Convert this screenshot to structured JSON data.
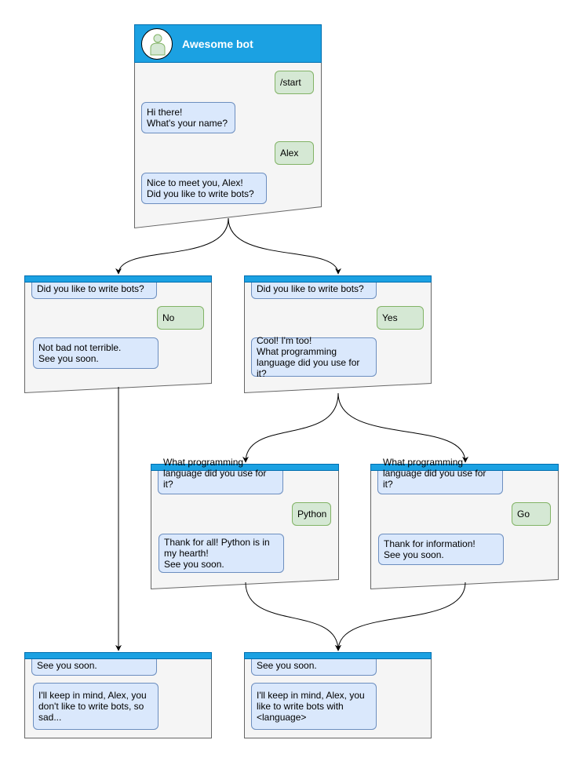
{
  "colors": {
    "header": "#1ba1e2",
    "panel": "#f5f5f5",
    "bot_bubble": "#dae8fc",
    "user_bubble": "#d5e8d4",
    "edge": "#000000"
  },
  "cards": [
    {
      "id": "start",
      "title": "Awesome bot",
      "avatar_icon": "user-avatar-icon",
      "messages": [
        {
          "role": "user",
          "text": "/start"
        },
        {
          "role": "bot",
          "text": "Hi there!\nWhat's your name?"
        },
        {
          "role": "user",
          "text": "Alex"
        },
        {
          "role": "bot",
          "text": "Nice to meet you, Alex!\nDid you like to write bots?"
        }
      ]
    },
    {
      "id": "answer-no",
      "quote": "Did you like to write bots?",
      "messages": [
        {
          "role": "user",
          "text": "No"
        },
        {
          "role": "bot",
          "text": "Not bad not terrible.\nSee you soon."
        }
      ]
    },
    {
      "id": "answer-yes",
      "quote": "Did you like to write bots?",
      "messages": [
        {
          "role": "user",
          "text": "Yes"
        },
        {
          "role": "bot",
          "text": "Cool! I'm too!\nWhat programming language did you use for it?"
        }
      ]
    },
    {
      "id": "answer-python",
      "quote": "What programming language did you use for it?",
      "messages": [
        {
          "role": "user",
          "text": "Python"
        },
        {
          "role": "bot",
          "text": "Thank for all! Python is in my hearth!\nSee you soon."
        }
      ]
    },
    {
      "id": "answer-go",
      "quote": "What programming language did you use for it?",
      "messages": [
        {
          "role": "user",
          "text": "Go"
        },
        {
          "role": "bot",
          "text": "Thank for information!\nSee you soon."
        }
      ]
    },
    {
      "id": "reminder-no",
      "quote": "See you soon.",
      "messages": [
        {
          "role": "bot",
          "text": "I'll keep in mind, Alex, you don't like to write bots, so sad..."
        }
      ]
    },
    {
      "id": "reminder-yes",
      "quote": "See you soon.",
      "messages": [
        {
          "role": "bot",
          "text": "I'll keep in mind, Alex, you like to write bots with <language>"
        }
      ]
    }
  ],
  "edges": [
    {
      "from": "start",
      "to": "answer-no"
    },
    {
      "from": "start",
      "to": "answer-yes"
    },
    {
      "from": "answer-yes",
      "to": "answer-python"
    },
    {
      "from": "answer-yes",
      "to": "answer-go"
    },
    {
      "from": "answer-no",
      "to": "reminder-no"
    },
    {
      "from": "answer-python",
      "to": "reminder-yes"
    },
    {
      "from": "answer-go",
      "to": "reminder-yes"
    }
  ]
}
